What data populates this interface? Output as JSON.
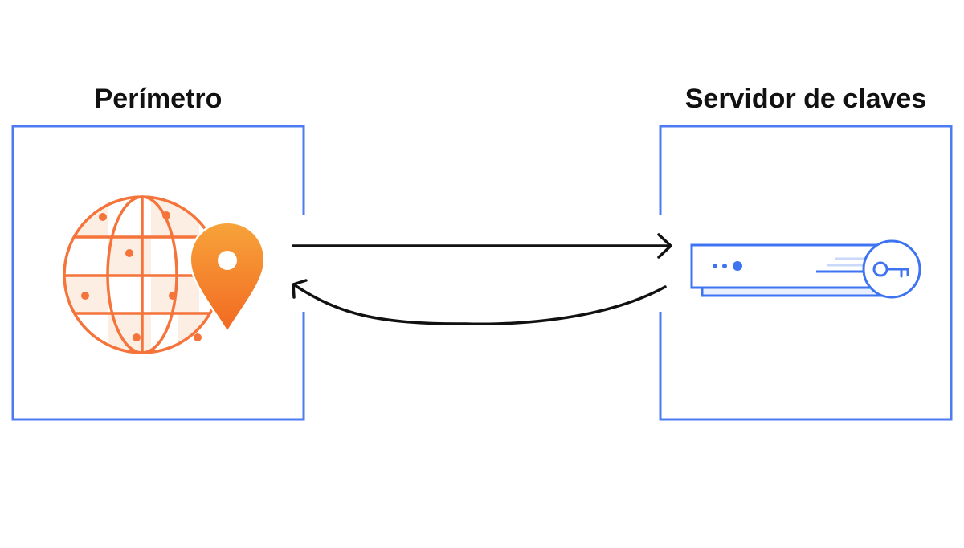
{
  "nodes": {
    "left": {
      "title": "Perímetro",
      "icon": "globe-location-pin-icon"
    },
    "right": {
      "title": "Servidor de claves",
      "icon": "server-key-icon"
    }
  },
  "edges": [
    {
      "from": "left",
      "to": "right",
      "style": "straight-arrow"
    },
    {
      "from": "right",
      "to": "left",
      "style": "curved-arrow"
    }
  ],
  "colors": {
    "box_border": "#4d7bf3",
    "globe": "#f4743b",
    "globe_fill": "#fdeee3",
    "pin_top": "#f7a33a",
    "pin_bottom": "#f26a22",
    "server": "#3e74f2",
    "server_fill": "#e8f0ff",
    "arrow": "#111111",
    "text": "#111111"
  }
}
